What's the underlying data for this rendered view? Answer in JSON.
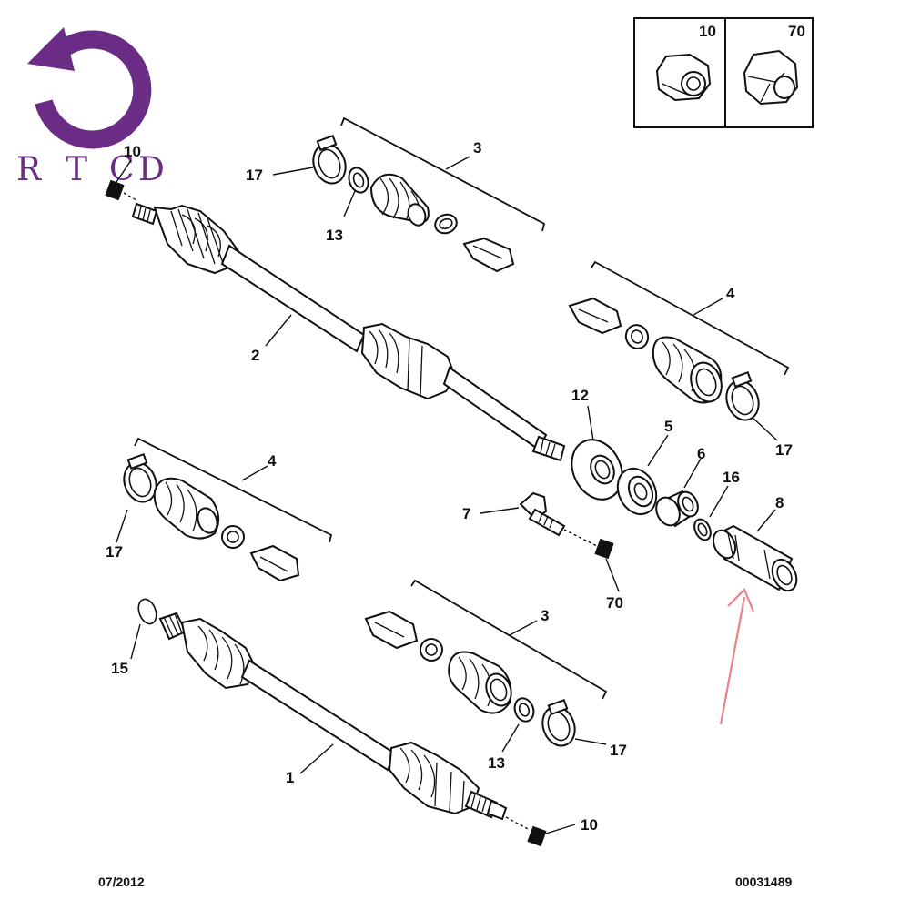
{
  "logo": {
    "letters": [
      "R",
      "T",
      "C",
      "D"
    ],
    "color": "#6a2c84"
  },
  "inset": {
    "left_label": "10",
    "right_label": "70"
  },
  "callouts": {
    "c10_top": "10",
    "c17_a": "17",
    "c13_a": "13",
    "c3_a": "3",
    "c2": "2",
    "c4_right": "4",
    "c17_b": "17",
    "c12": "12",
    "c5": "5",
    "c6": "6",
    "c16": "16",
    "c8": "8",
    "c7": "7",
    "c70": "70",
    "c4_left": "4",
    "c17_c": "17",
    "c15": "15",
    "c3_b": "3",
    "c13_b": "13",
    "c17_d": "17",
    "c1": "1",
    "c10_bottom": "10"
  },
  "footer": {
    "date": "07/2012",
    "ref": "00031489"
  },
  "colors": {
    "line": "#111111",
    "arrow": "#e8838b",
    "marker": "#111111"
  }
}
